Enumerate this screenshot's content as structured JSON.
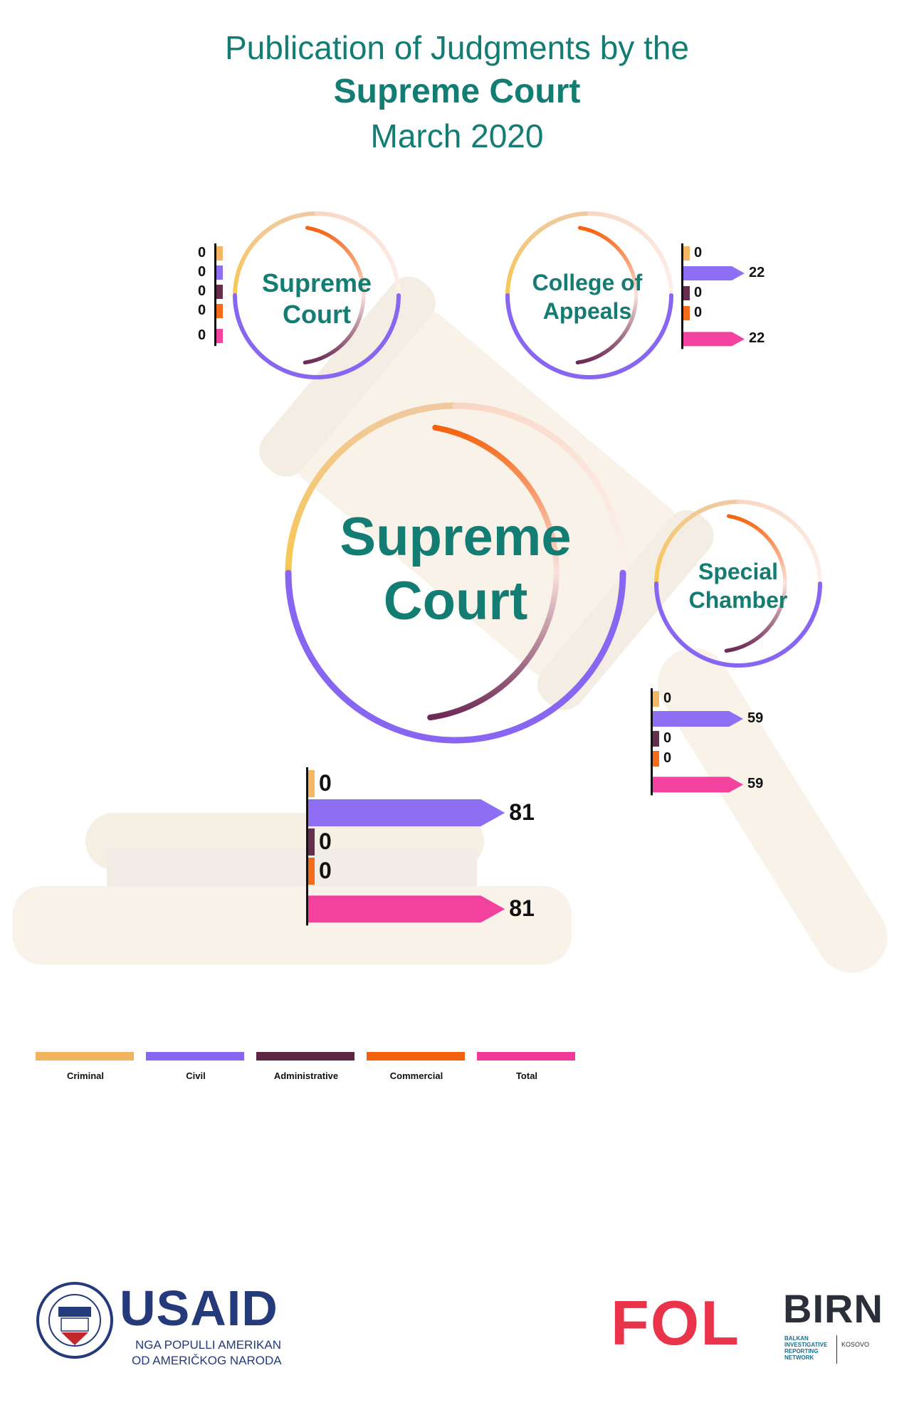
{
  "title": {
    "line1": "Publication of Judgments by the",
    "line2": "Supreme Court",
    "line3": "March 2020"
  },
  "colors": {
    "teal_text": "#147d73",
    "criminal": "#f3b35c",
    "civil": "#8866f2",
    "administrative": "#5e2444",
    "commercial": "#f4620f",
    "total": "#f2389a",
    "watermark": "#f8f2e8"
  },
  "chart_data": [
    {
      "type": "bar",
      "orientation": "horizontal",
      "title": "Supreme Court",
      "categories": [
        "Criminal",
        "Civil",
        "Administrative",
        "Commercial",
        "Total"
      ],
      "values": [
        0,
        0,
        0,
        0,
        0
      ]
    },
    {
      "type": "bar",
      "orientation": "horizontal",
      "title": "College of Appeals",
      "categories": [
        "Criminal",
        "Civil",
        "Administrative",
        "Commercial",
        "Total"
      ],
      "values": [
        0,
        22,
        0,
        0,
        22
      ]
    },
    {
      "type": "bar",
      "orientation": "horizontal",
      "title": "Supreme Court",
      "categories": [
        "Criminal",
        "Civil",
        "Administrative",
        "Commercial",
        "Total"
      ],
      "values": [
        0,
        81,
        0,
        0,
        81
      ]
    },
    {
      "type": "bar",
      "orientation": "horizontal",
      "title": "Special Chamber",
      "categories": [
        "Criminal",
        "Civil",
        "Administrative",
        "Commercial",
        "Total"
      ],
      "values": [
        0,
        59,
        0,
        0,
        59
      ]
    }
  ],
  "rings": {
    "small_supreme": {
      "line1": "Supreme",
      "line2": "Court"
    },
    "college": {
      "line1": "College of",
      "line2": "Appeals"
    },
    "main": {
      "line1": "Supreme",
      "line2": "Court"
    },
    "special": {
      "line1": "Special",
      "line2": "Chamber"
    }
  },
  "legend": [
    {
      "label": "Criminal",
      "color": "#f3b35c"
    },
    {
      "label": "Civil",
      "color": "#8866f2"
    },
    {
      "label": "Administrative",
      "color": "#5e2444"
    },
    {
      "label": "Commercial",
      "color": "#f4620f"
    },
    {
      "label": "Total",
      "color": "#f2389a"
    }
  ],
  "logos": {
    "usaid": "USAID",
    "usaid_sub1": "NGA POPULLI AMERIKAN",
    "usaid_sub2": "OD AMERIČKOG NARODA",
    "fol": "FOL",
    "birn": "BIRN",
    "birn_sub": "BALKAN INVESTIGATIVE REPORTING NETWORK",
    "birn_country": "KOSOVO"
  }
}
